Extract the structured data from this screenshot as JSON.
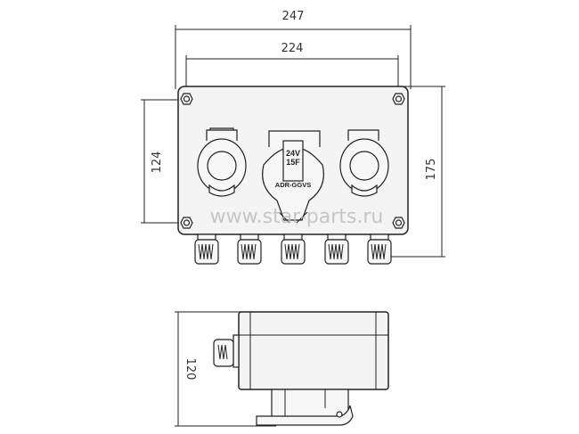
{
  "dimensions": {
    "overall_width": "247",
    "mount_width": "224",
    "mount_height": "124",
    "overall_height": "175",
    "depth": "120"
  },
  "socket_label": {
    "voltage": "24V",
    "fuse": "15F",
    "standard": "ADR-GGVS"
  },
  "watermark": "www.star-parts.ru",
  "colors": {
    "line": "#222222",
    "body": "#f4f4f4"
  }
}
